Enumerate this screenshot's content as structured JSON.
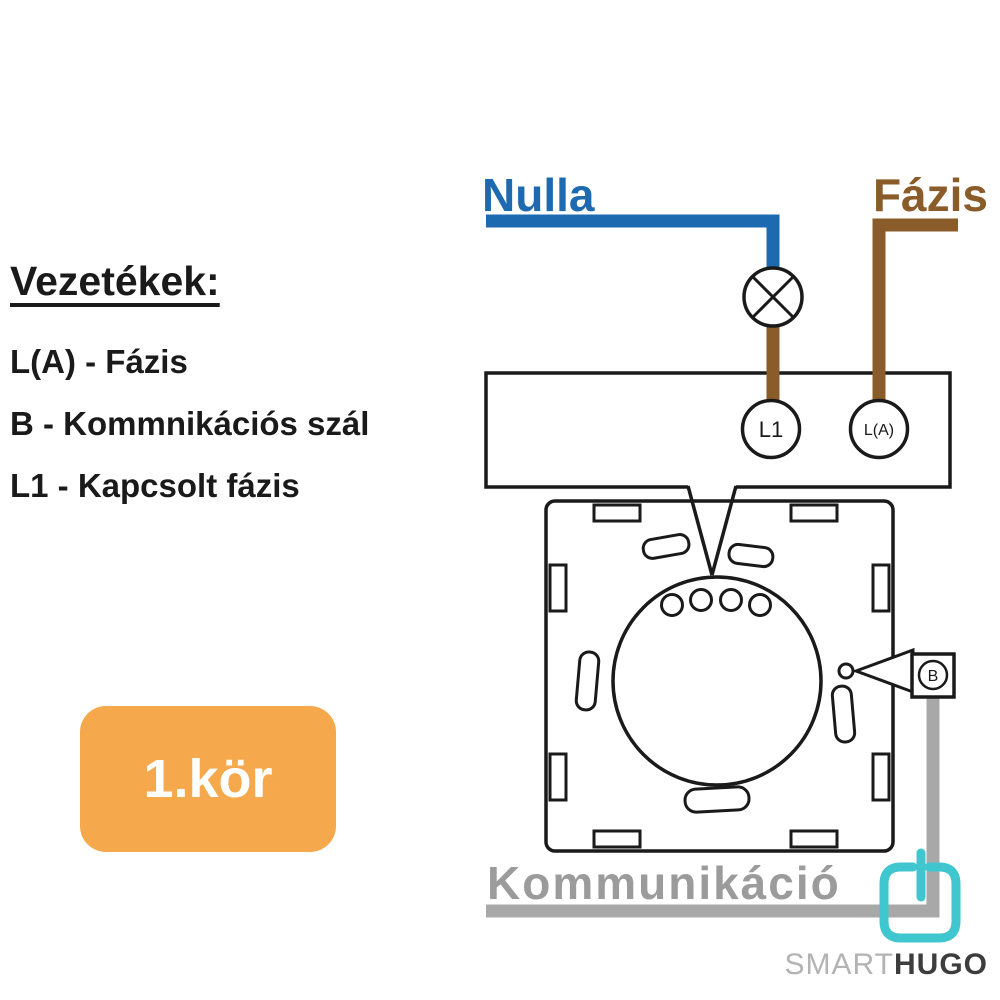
{
  "colors": {
    "blue": "#1e6ab1",
    "brown": "#8a5c2a",
    "wire_gray": "#a8a8a8",
    "text_gray": "#9b9b9b",
    "orange": "#f5a94c",
    "teal": "#3fc6cf",
    "logo_light": "#b3b3b3",
    "logo_dark": "#3d3d3d",
    "ink": "#1a1a1a"
  },
  "legend": {
    "title": "Vezetékek:",
    "items": [
      {
        "label": "L(A) - Fázis"
      },
      {
        "label": "B - Kommnikációs szál"
      },
      {
        "label": "L1 - Kapcsolt fázis"
      }
    ]
  },
  "diagram": {
    "neutral_label": "Nulla",
    "phase_label": "Fázis",
    "communication_label": "Kommunikáció",
    "terminals": {
      "l1": "L1",
      "la": "L(A)",
      "b": "B"
    }
  },
  "badge": {
    "label": "1.kör"
  },
  "logo": {
    "smart": "SMART",
    "hugo": "HUGO"
  }
}
